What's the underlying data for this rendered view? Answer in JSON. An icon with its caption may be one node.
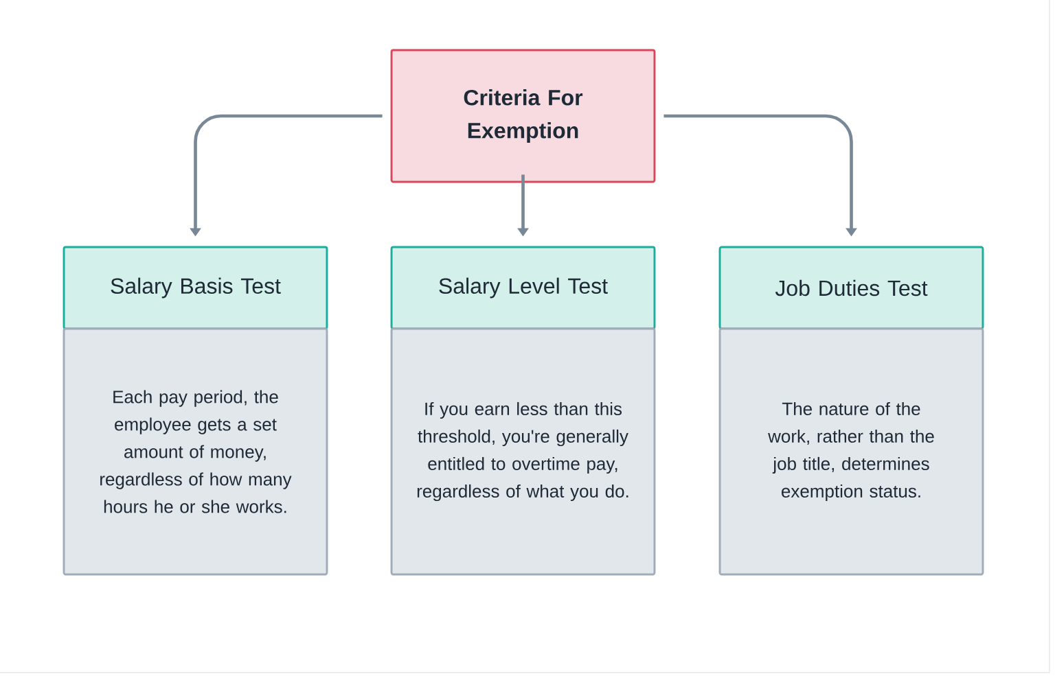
{
  "diagram": {
    "nodes": [
      {
        "text": [
          "Criteria For Exemption"
        ]
      },
      {
        "text": [
          "Salary Basis Test"
        ]
      },
      {
        "text": [
          "Each pay period, the employee gets a set amount of money, regardless of how many hours he or she works."
        ]
      },
      {
        "text": [
          "Salary Level Test"
        ]
      },
      {
        "text": [
          "If you earn less than this threshold, you're generally entitled to overtime pay, regardless of what you do."
        ]
      },
      {
        "text": [
          "Job Duties Test"
        ]
      },
      {
        "text": [
          "The nature of the work, rather than the job title, determines exemption status."
        ]
      }
    ],
    "edges": [
      {
        "from": 0,
        "to": 1,
        "arrow": "to"
      },
      {
        "from": 0,
        "to": 3,
        "arrow": "to"
      },
      {
        "from": 0,
        "to": 5,
        "arrow": "to"
      }
    ]
  }
}
